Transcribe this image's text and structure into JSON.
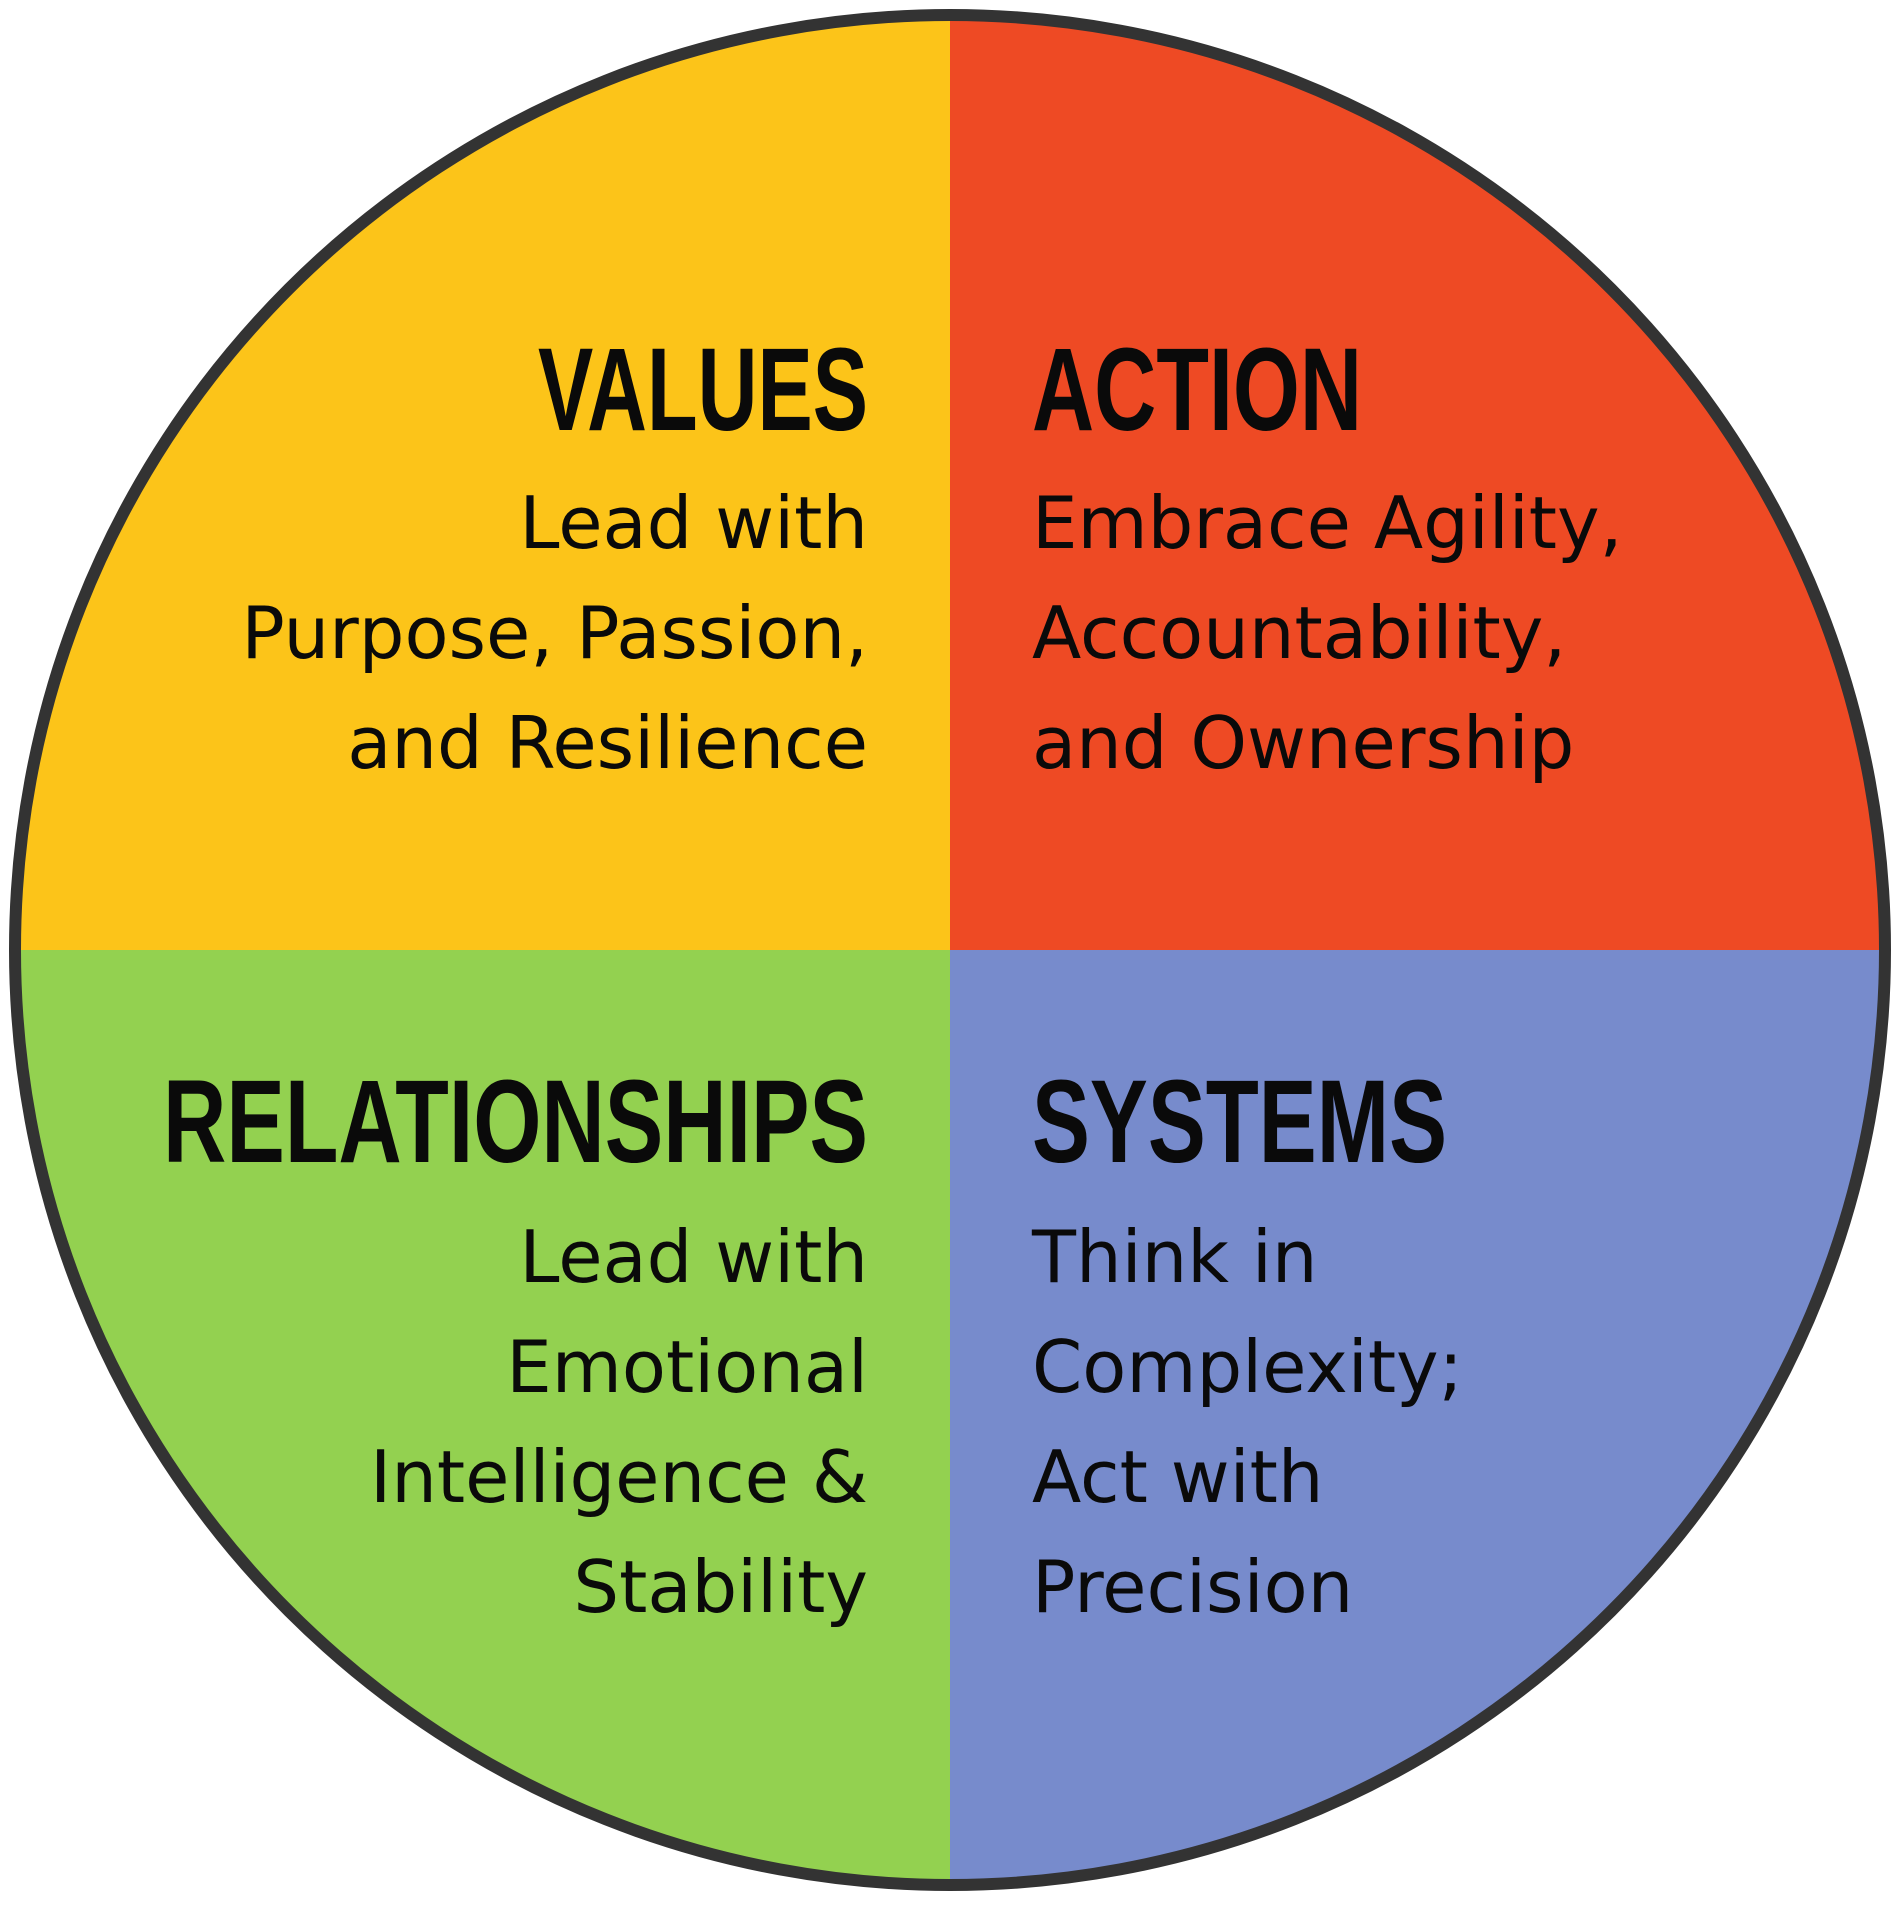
{
  "colors": {
    "values_fill": "#FCC419",
    "action_fill": "#EE4A24",
    "relationships_fill": "#93D150",
    "systems_fill": "#778BCC",
    "outline": "#333333",
    "text": "#0a0a0a"
  },
  "quadrants": {
    "values": {
      "title": "VALUES",
      "lines": [
        "Lead with",
        "Purpose, Passion,",
        "and Resilience"
      ]
    },
    "action": {
      "title": "ACTION",
      "lines": [
        "Embrace Agility,",
        "Accountability,",
        "and Ownership"
      ]
    },
    "relationships": {
      "title": "RELATIONSHIPS",
      "lines": [
        "Lead with",
        "Emotional",
        "Intelligence &",
        "Stability"
      ]
    },
    "systems": {
      "title": "SYSTEMS",
      "lines": [
        "Think in",
        "Complexity;",
        "Act with",
        "Precision"
      ]
    }
  }
}
